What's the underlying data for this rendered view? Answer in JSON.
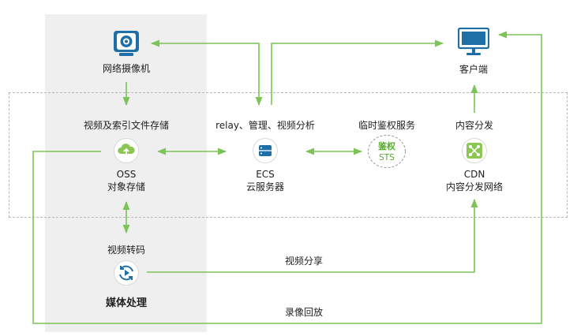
{
  "nodes": {
    "camera": {
      "label": "网络摄像机"
    },
    "client": {
      "label": "客户端"
    },
    "oss": {
      "caption": "视频及索引文件存储",
      "name": "OSS",
      "sub": "对象存储"
    },
    "ecs": {
      "caption": "relay、管理、视频分析",
      "name": "ECS",
      "sub": "云服务器"
    },
    "sts": {
      "caption": "临时鉴权服务",
      "badge_line1": "鉴权",
      "badge_line2": "STS"
    },
    "cdn": {
      "caption": "内容分发",
      "name": "CDN",
      "sub": "内容分发网络"
    },
    "transcode": {
      "caption": "视频转码"
    }
  },
  "labels": {
    "media": "媒体处理",
    "share": "视频分享",
    "playback": "录像回放"
  },
  "colors": {
    "arrow": "#7cc457",
    "icon_blue": "#1e6fa8",
    "icon_green": "#8cc654",
    "shade": "#efefef",
    "dashed": "#b9b9b9"
  },
  "icons": {
    "camera": "webcam-icon",
    "client": "monitor-icon",
    "oss": "cloud-upload-icon",
    "ecs": "server-icon",
    "cdn": "network-nodes-icon",
    "transcode": "video-cycle-icon"
  }
}
